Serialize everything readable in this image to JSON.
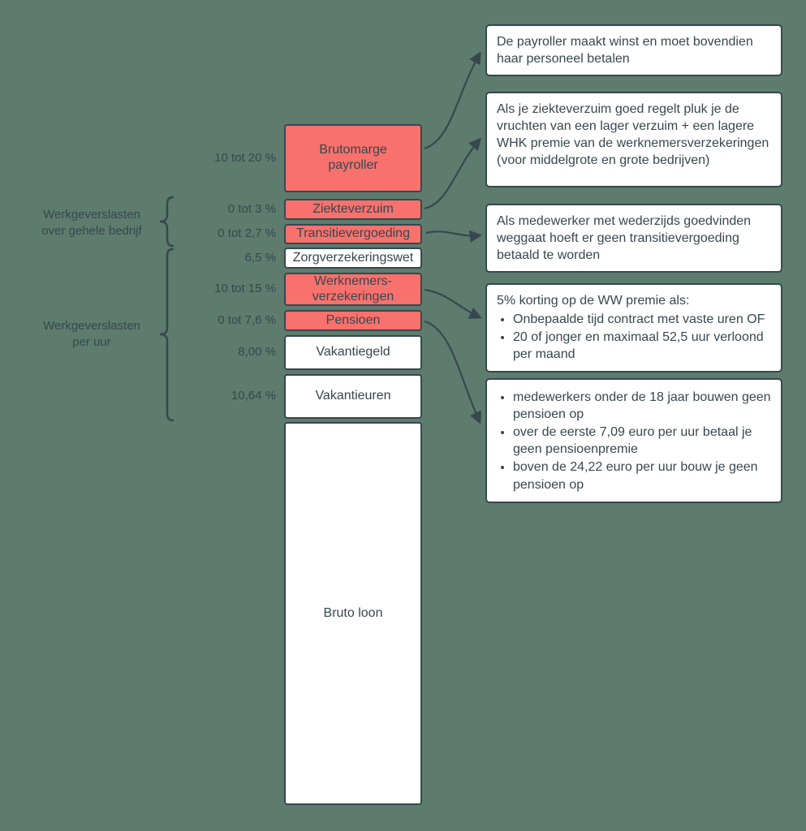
{
  "colors": {
    "background": "#5d7c6d",
    "segment_red": "#f8716c",
    "segment_white": "#ffffff",
    "line": "#37474f"
  },
  "groups": [
    {
      "label": "Werkgeverslasten\nover gehele bedrijf"
    },
    {
      "label": "Werkgeverslasten\nper uur"
    }
  ],
  "bar": {
    "segments": [
      {
        "label": "Brutomarge\npayroller",
        "percent": "10 tot 20 %",
        "color": "red"
      },
      {
        "label": "Ziekteverzuim",
        "percent": "0 tot 3 %",
        "color": "red"
      },
      {
        "label": "Transitievergoeding",
        "percent": "0 tot 2,7 %",
        "color": "red"
      },
      {
        "label": "Zorgverzekeringswet",
        "percent": "6,5 %",
        "color": "white"
      },
      {
        "label": "Werknemers-\nverzekeringen",
        "percent": "10 tot 15 %",
        "color": "red"
      },
      {
        "label": "Pensioen",
        "percent": "0 tot 7,6 %",
        "color": "red"
      },
      {
        "label": "Vakantiegeld",
        "percent": "8,00 %",
        "color": "white"
      },
      {
        "label": "Vakantieuren",
        "percent": "10,64 %",
        "color": "white"
      },
      {
        "label": "Bruto loon",
        "percent": "",
        "color": "white"
      }
    ]
  },
  "notes": [
    {
      "text": "De payroller maakt winst en moet bovendien haar personeel betalen"
    },
    {
      "text": "Als je ziekteverzuim goed regelt pluk je de vruchten van een lager verzuim + een lagere WHK premie van de werknemersverzekeringen (voor middelgrote en grote bedrijven)"
    },
    {
      "text": "Als medewerker met wederzijds goedvinden weggaat hoeft er geen transitievergoeding betaald te worden"
    },
    {
      "intro": "5% korting op de WW premie als:",
      "bullets": [
        "Onbepaalde tijd contract met vaste uren OF",
        "20 of jonger en maximaal 52,5 uur verloond per maand"
      ]
    },
    {
      "bullets": [
        "medewerkers onder de 18 jaar bouwen geen pensioen op",
        "over de eerste 7,09 euro per uur betaal je geen pensioenpremie",
        "boven de 24,22 euro per uur bouw je geen pensioen op"
      ]
    }
  ]
}
